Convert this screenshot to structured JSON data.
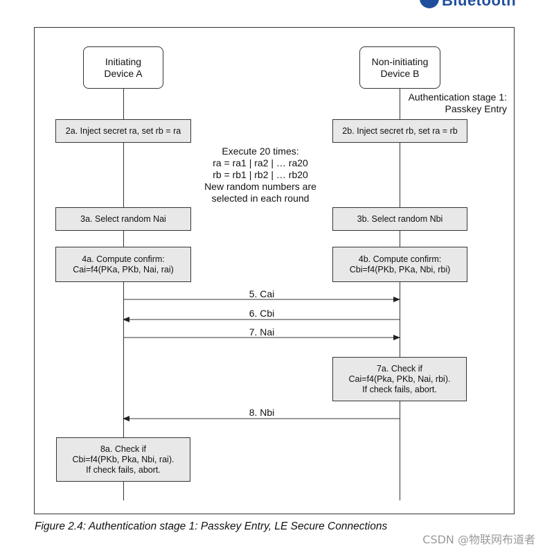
{
  "logo": {
    "text": "Bluetooth"
  },
  "actors": {
    "a": [
      "Initiating",
      "Device A"
    ],
    "b": [
      "Non-initiating",
      "Device B"
    ]
  },
  "stage_label": [
    "Authentication stage 1:",
    "Passkey Entry"
  ],
  "steps": {
    "s2a": [
      "2a. Inject secret ra, set rb = ra"
    ],
    "s2b": [
      "2b. Inject secret rb, set ra = rb"
    ],
    "s3a": [
      "3a. Select random Nai"
    ],
    "s3b": [
      "3b. Select random Nbi"
    ],
    "s4a": [
      "4a. Compute confirm:",
      "Cai=f4(PKa, PKb, Nai, rai)"
    ],
    "s4b": [
      "4b. Compute confirm:",
      "Cbi=f4(PKb, PKa, Nbi, rbi)"
    ],
    "s7a": [
      "7a. Check if",
      "Cai=f4(Pka, PKb, Nai, rbi).",
      "If check fails, abort."
    ],
    "s8a": [
      "8a. Check if",
      "Cbi=f4(PKb, Pka, Nbi, rai).",
      "If check fails, abort."
    ]
  },
  "loop_note": [
    "Execute 20 times:",
    "ra = ra1 | ra2 | … ra20",
    "rb = rb1 | rb2 | … rb20",
    "New random numbers are",
    "selected in each round"
  ],
  "messages": {
    "m5": "5. Cai",
    "m6": "6. Cbi",
    "m7": "7. Nai",
    "m8": "8. Nbi"
  },
  "caption": "Figure 2.4:  Authentication stage 1: Passkey Entry, LE Secure Connections",
  "watermark": "CSDN @物联网布道者"
}
